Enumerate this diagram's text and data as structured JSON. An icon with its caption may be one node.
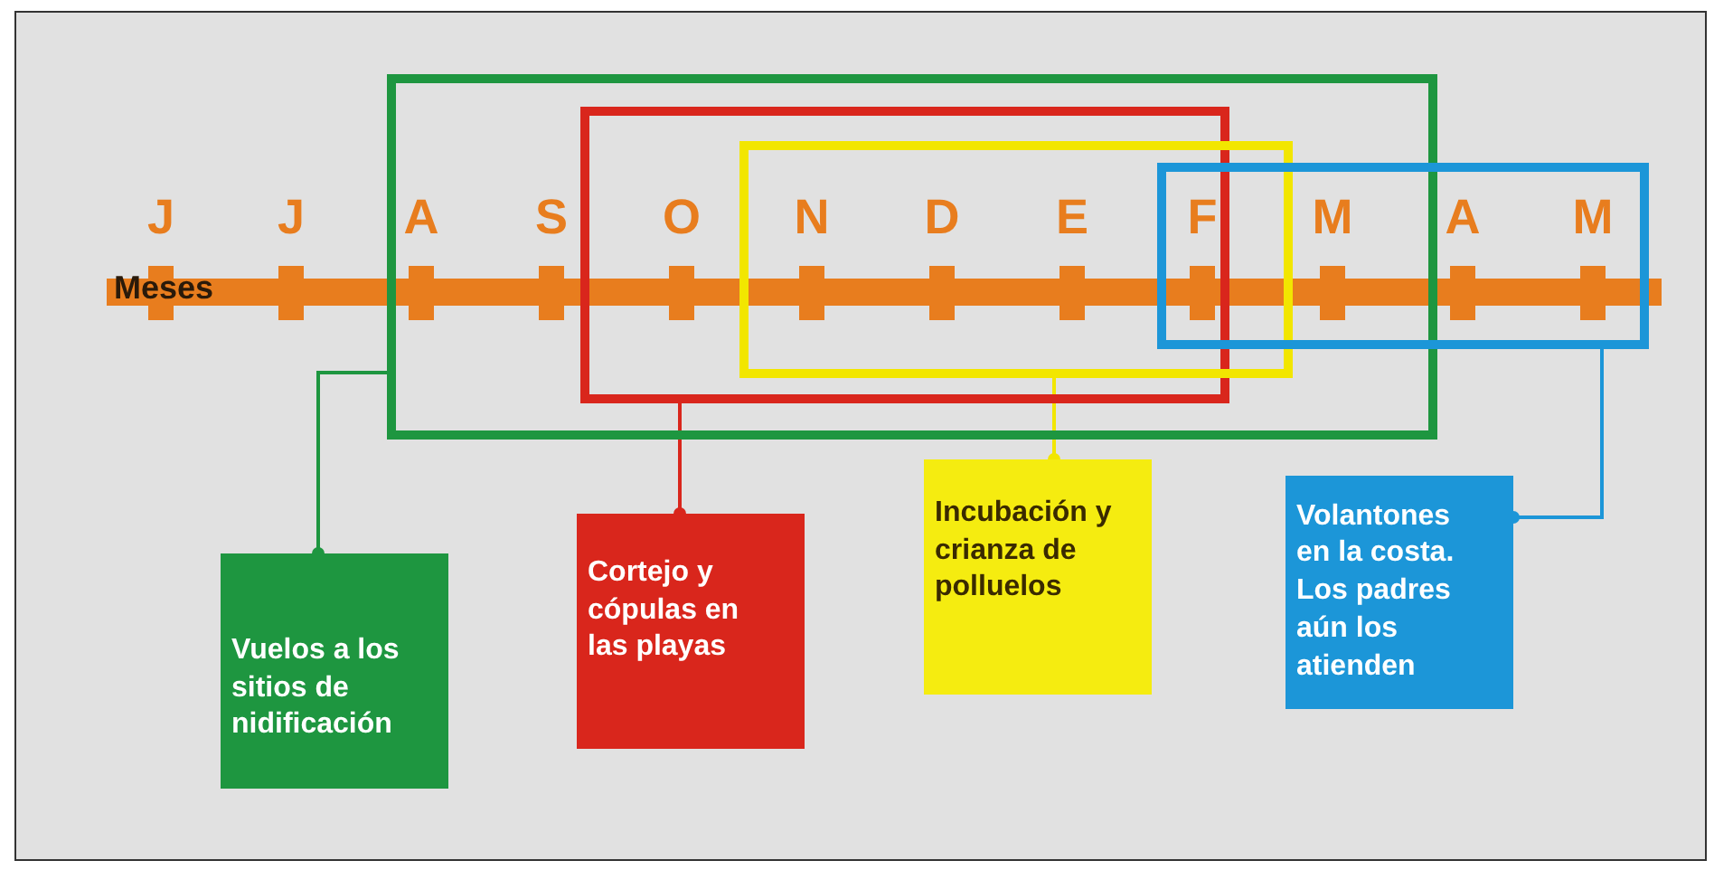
{
  "diagram": {
    "nodes": [
      {
        "text": [],
        "shape": "box"
      },
      {
        "text": [],
        "shape": "box",
        "in": 0
      },
      {
        "text": [],
        "shape": "box",
        "in": 0
      },
      {
        "text": [],
        "shape": "box"
      },
      {
        "text": [
          "Vuelos a los sitios de nidificación"
        ]
      },
      {
        "text": [
          "Cortejo y cópulas en las playas"
        ]
      },
      {
        "text": [
          "Incubación y crianza de polluelos"
        ]
      },
      {
        "text": [
          "Volantones en la costa. Los padres aún los atienden"
        ]
      }
    ],
    "edges": [
      {
        "from": 0,
        "to": 4,
        "arrow": "other",
        "color": "#1e9640"
      },
      {
        "from": 1,
        "to": 5,
        "arrow": "other",
        "color": "#d9261c"
      },
      {
        "from": 2,
        "to": 6,
        "arrow": "other",
        "color": "#f2e600"
      },
      {
        "from": 3,
        "to": 7,
        "arrow": "other",
        "color": "#1c96d8"
      }
    ],
    "labels": [
      "J",
      "J",
      "A",
      "S",
      "O",
      "N",
      "D",
      "E",
      "F",
      "M",
      "A",
      "M",
      "Meses"
    ]
  }
}
